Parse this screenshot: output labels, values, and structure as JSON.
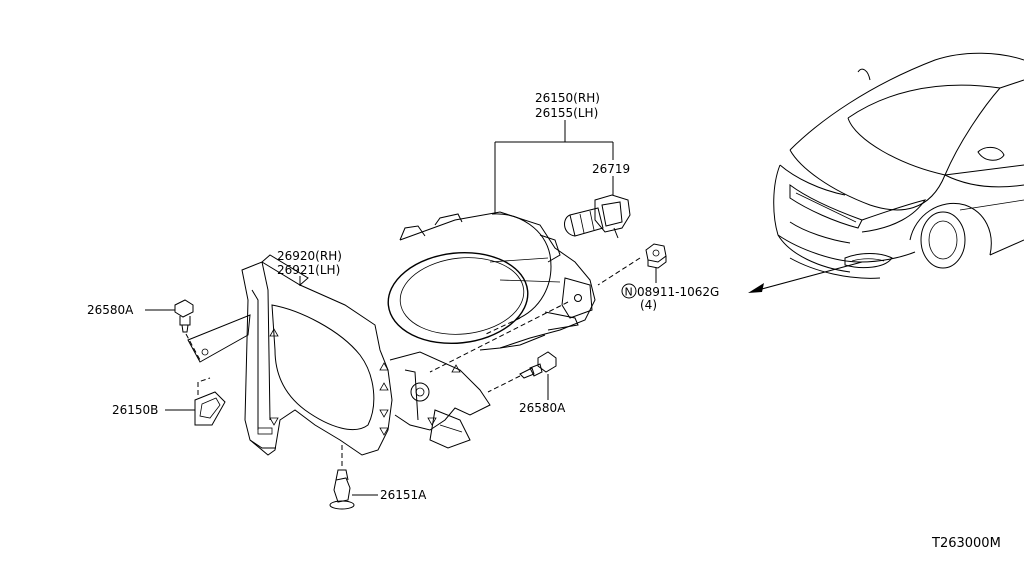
{
  "labels": {
    "lamp_rh": "26150(RH)",
    "lamp_lh": "26155(LH)",
    "bulb": "26719",
    "bracket_rh": "26920(RH)",
    "bracket_lh": "26921(LH)",
    "bolt_upper": "26580A",
    "bolt_right": "26580A",
    "clip": "26150B",
    "grommet": "26151A",
    "nut_symbol": "N",
    "nut_part": "08911-1062G",
    "nut_qty": "(4)",
    "figure_code": "T263000M"
  }
}
